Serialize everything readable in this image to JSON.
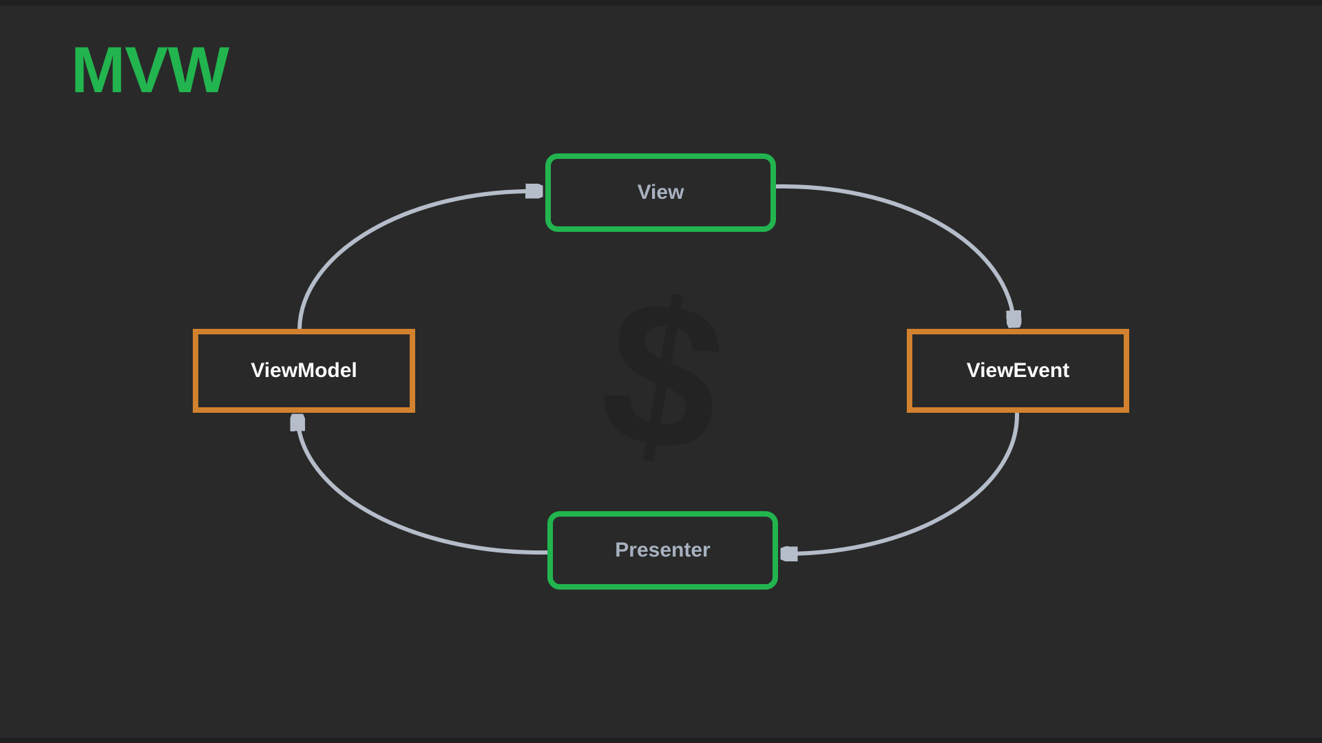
{
  "title": "MVW",
  "watermark": {
    "symbol": "$"
  },
  "colors": {
    "background": "#292929",
    "letterbox": "#202020",
    "accent_green": "#22b44e",
    "accent_orange": "#d2812e",
    "arrow": "#b4bdc9",
    "text_light": "#a8b1c0",
    "text_white": "#fbfbfb",
    "watermark": "#232323"
  },
  "diagram": {
    "nodes": [
      {
        "id": "view",
        "label": "View",
        "style": "green"
      },
      {
        "id": "viewevent",
        "label": "ViewEvent",
        "style": "orange"
      },
      {
        "id": "presenter",
        "label": "Presenter",
        "style": "green"
      },
      {
        "id": "viewmodel",
        "label": "ViewModel",
        "style": "orange"
      }
    ],
    "edges": [
      {
        "from": "viewmodel",
        "to": "view"
      },
      {
        "from": "view",
        "to": "viewevent"
      },
      {
        "from": "viewevent",
        "to": "presenter"
      },
      {
        "from": "presenter",
        "to": "viewmodel"
      }
    ]
  }
}
